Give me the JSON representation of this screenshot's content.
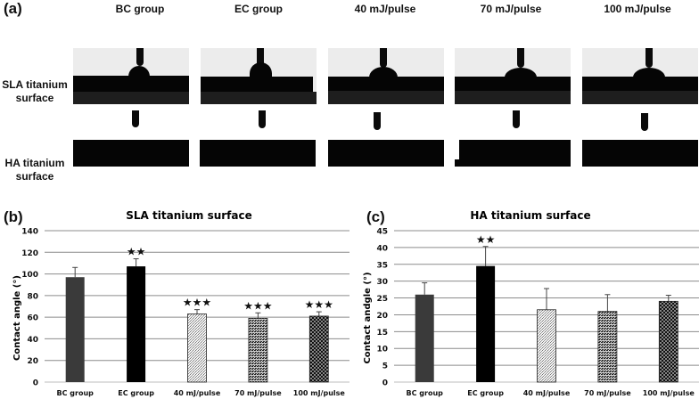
{
  "panel_a": {
    "label": "(a)",
    "columns": [
      "BC group",
      "EC group",
      "40 mJ/pulse",
      "70 mJ/pulse",
      "100 mJ/pulse"
    ],
    "rows": [
      {
        "line1": "SLA titanium",
        "line2": "surface"
      },
      {
        "line1": "HA titanium",
        "line2": "surface"
      }
    ]
  },
  "panel_b": {
    "label": "(b)",
    "title": "SLA titanium surface",
    "ylabel": "Contact angle (°)"
  },
  "panel_c": {
    "label": "(c)",
    "title": "HA titanium surface",
    "ylabel": "Contact andgle (°)"
  },
  "colors": {
    "bc_bar": "#3a3a3a",
    "ec_bar": "#000000",
    "grid": "#8c8c8c",
    "axis_text": "#111111"
  },
  "chart_data": [
    {
      "type": "bar",
      "title": "SLA titanium surface",
      "xlabel": "",
      "ylabel": "Contact angle (°)",
      "categories": [
        "BC group",
        "EC group",
        "40 mJ/pulse",
        "70 mJ/pulse",
        "100 mJ/pulse"
      ],
      "values": [
        97,
        107,
        63,
        59,
        61
      ],
      "error_upper": [
        9,
        7,
        4,
        5,
        4
      ],
      "significance": [
        "",
        "**",
        "***",
        "***",
        "***"
      ],
      "ylim": [
        0,
        140
      ],
      "yticks": [
        0,
        20,
        40,
        60,
        80,
        100,
        120,
        140
      ],
      "grid": true,
      "legend": "none"
    },
    {
      "type": "bar",
      "title": "HA titanium surface",
      "xlabel": "",
      "ylabel": "Contact andgle (°)",
      "categories": [
        "BC group",
        "EC group",
        "40 mJ/pulse",
        "70 mJ/pulse",
        "100 mJ/pulse"
      ],
      "values": [
        26,
        34.5,
        21.5,
        21,
        24
      ],
      "error_upper": [
        3.5,
        5.8,
        6.3,
        5,
        1.8
      ],
      "significance": [
        "",
        "**",
        "",
        "",
        ""
      ],
      "ylim": [
        0,
        45
      ],
      "yticks": [
        0,
        5,
        10,
        15,
        20,
        25,
        30,
        35,
        40,
        45
      ],
      "grid": true,
      "legend": "none"
    }
  ]
}
